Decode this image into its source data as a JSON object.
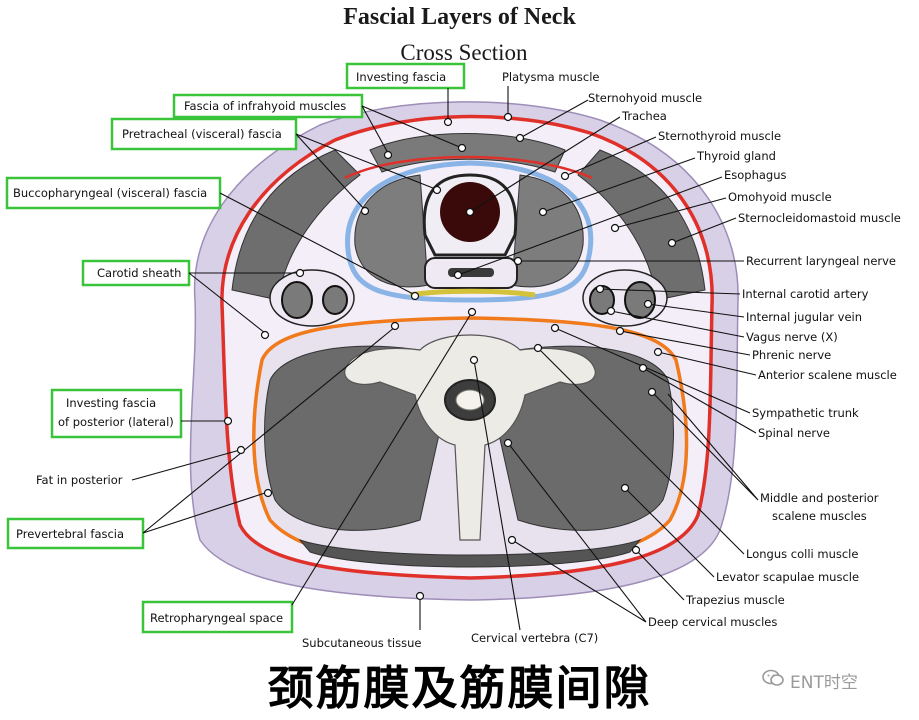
{
  "title": "Fascial Layers of Neck",
  "subtitle": "Cross Section",
  "caption_cn": "颈筋膜及筋膜间隙",
  "watermark": {
    "icon": "wechat-icon",
    "text": "ENT时空"
  },
  "colors": {
    "green_box": "#3ac43a",
    "fascia_red": "#e0302a",
    "fascia_orange": "#f07a1c",
    "visceral_blue": "#8ab4e6",
    "muscle_gray": "#6e6e6e",
    "skin": "#d8d0e6"
  },
  "labels": {
    "investing_fascia": "Investing  fascia",
    "fascia_infrahyoid": "Fascia of infrahyoid muscles",
    "pretracheal": "Pretracheal (visceral) fascia",
    "buccopharyngeal": "Buccopharyngeal (visceral) fascia",
    "carotid_sheath": "Carotid sheath",
    "investing_posterior_1": "Investing fascia",
    "investing_posterior_2": "of posterior (lateral)",
    "fat_posterior": "Fat in  posterior",
    "prevertebral": "Prevertebral  fascia",
    "retropharyngeal": "Retropharyngeal space",
    "subcutaneous": "Subcutaneous tissue",
    "cervical_vertebra": "Cervical vertebra (C7)",
    "platysma": "Platysma muscle",
    "sternohyoid": "Sternohyoid muscle",
    "trachea": "Trachea",
    "sternothyroid": "Sternothyroid muscle",
    "thyroid": "Thyroid gland",
    "esophagus": "Esophagus",
    "omohyoid": "Omohyoid muscle",
    "sternocleidomastoid": "Sternocleidomastoid muscle",
    "recurrent_laryngeal": "Recurrent laryngeal nerve",
    "internal_carotid": "Internal carotid artery",
    "internal_jugular": "Internal jugular vein",
    "vagus": "Vagus nerve (X)",
    "phrenic": "Phrenic nerve",
    "anterior_scalene": "Anterior scalene muscle",
    "sympathetic": "Sympathetic trunk",
    "spinal_nerve": "Spinal nerve",
    "middle_posterior_1": "Middle and posterior",
    "middle_posterior_2": "scalene muscles",
    "longus_colli": "Longus colli muscle",
    "levator": "Levator scapulae muscle",
    "trapezius": "Trapezius muscle",
    "deep_cervical": "Deep cervical muscles"
  }
}
